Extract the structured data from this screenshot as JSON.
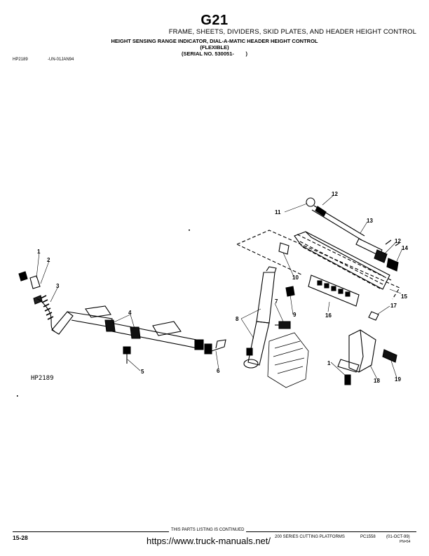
{
  "header": {
    "section_code": "G21",
    "section_title": "FRAME, SHEETS, DIVIDERS, SKID PLATES, AND HEADER HEIGHT CONTROL",
    "title_lines": [
      "HEIGHT SENSING RANGE INDICATOR, DIAL-A-MATIC HEADER HEIGHT CONTROL",
      "(FLEXIBLE)",
      "(SERIAL NO. 530051-        )"
    ],
    "ref_code": "HP2189",
    "ref_date": "-UN-01JAN94"
  },
  "diagram": {
    "label": "HP2189",
    "callouts": [
      "1",
      "2",
      "3",
      "4",
      "5",
      "6",
      "7",
      "8",
      "9",
      "10",
      "11",
      "12",
      "13",
      "12",
      "14",
      "15",
      "16",
      "17",
      "1",
      "18",
      "19"
    ]
  },
  "footer": {
    "continued": "THIS PARTS LISTING IS CONTINUED",
    "page_number": "15-28",
    "series": "200 SERIES CUTTING PLATFORMS",
    "pub": "PC1558",
    "date": "(01-OCT-99)",
    "pn": "PN=54"
  },
  "watermark": "https://www.truck-manuals.net/"
}
